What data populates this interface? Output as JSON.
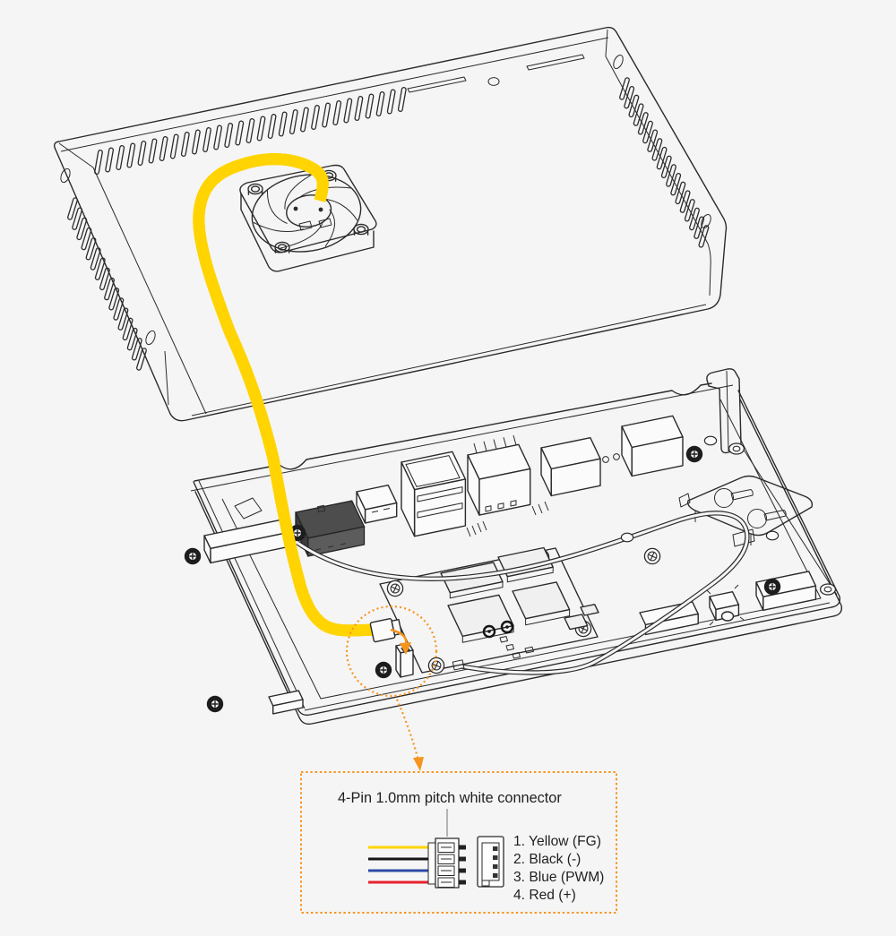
{
  "scene": {
    "bg": "#f5f5f5",
    "line": "#2b2b2b",
    "accent": "#f7941e"
  },
  "wire_colors": {
    "yellow": "#ffd400",
    "black": "#161616",
    "blue": "#2b4aa5",
    "red": "#e8212e"
  },
  "callout": {
    "title": "4-Pin 1.0mm pitch white connector",
    "legend": [
      "1. Yellow (FG)",
      "2. Black (-)",
      "3. Blue (PWM)",
      "4. Red (+)"
    ]
  }
}
